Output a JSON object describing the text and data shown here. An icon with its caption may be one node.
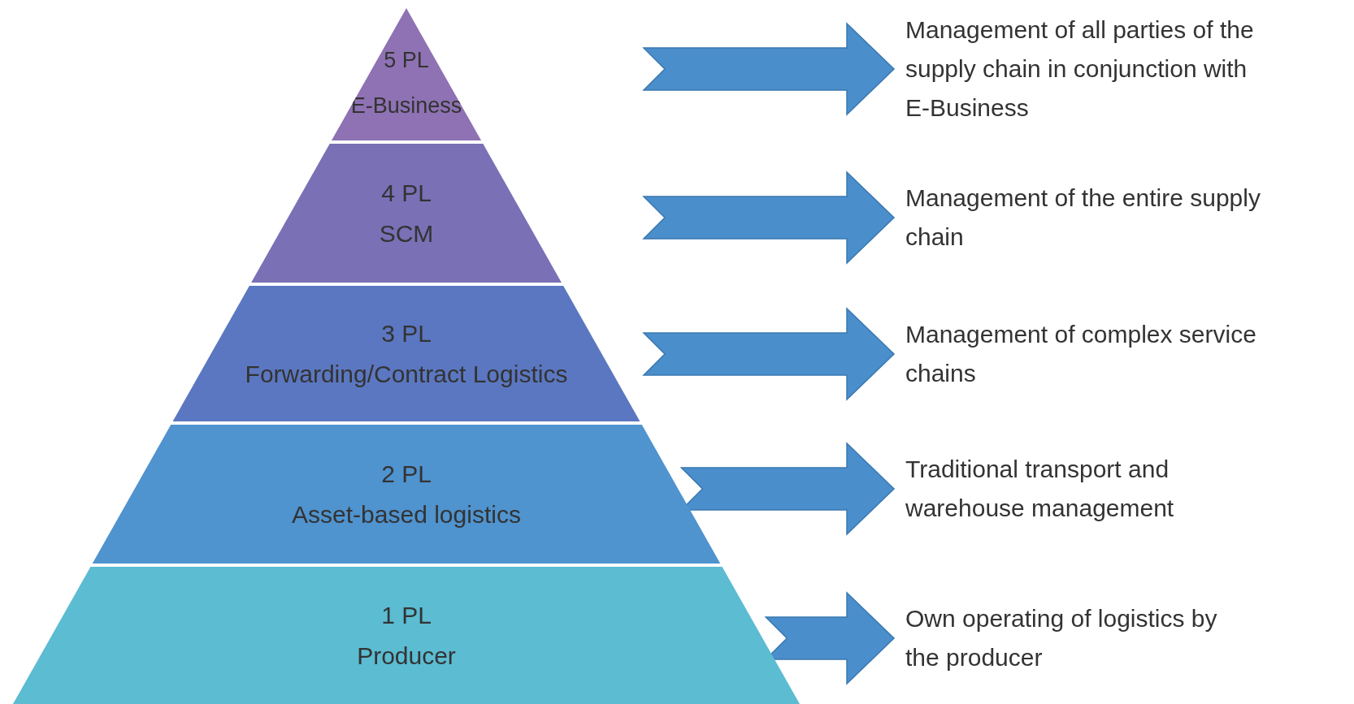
{
  "diagram": {
    "nodes": [
      {
        "text": [
          "5 PL",
          "E-Business"
        ]
      },
      {
        "text": [
          "Management of all parties of the supply chain in conjunction with E-Business"
        ]
      },
      {
        "text": [
          "4 PL",
          "SCM"
        ]
      },
      {
        "text": [
          "Management of the entire supply chain"
        ]
      },
      {
        "text": [
          "3 PL",
          "Forwarding/Contract Logistics"
        ]
      },
      {
        "text": [
          "Management of complex service chains"
        ]
      },
      {
        "text": [
          "2 PL",
          "Asset-based logistics"
        ]
      },
      {
        "text": [
          "Traditional transport and warehouse management"
        ]
      },
      {
        "text": [
          "1 PL",
          "Producer"
        ]
      },
      {
        "text": [
          "Own operating of logistics by the producer"
        ]
      }
    ],
    "edges": [
      {
        "from": 0,
        "to": 1,
        "arrow": "to"
      },
      {
        "from": 2,
        "to": 3,
        "arrow": "to"
      },
      {
        "from": 4,
        "to": 5,
        "arrow": "to"
      },
      {
        "from": 6,
        "to": 7,
        "arrow": "to"
      },
      {
        "from": 8,
        "to": 9,
        "arrow": "to"
      }
    ]
  }
}
